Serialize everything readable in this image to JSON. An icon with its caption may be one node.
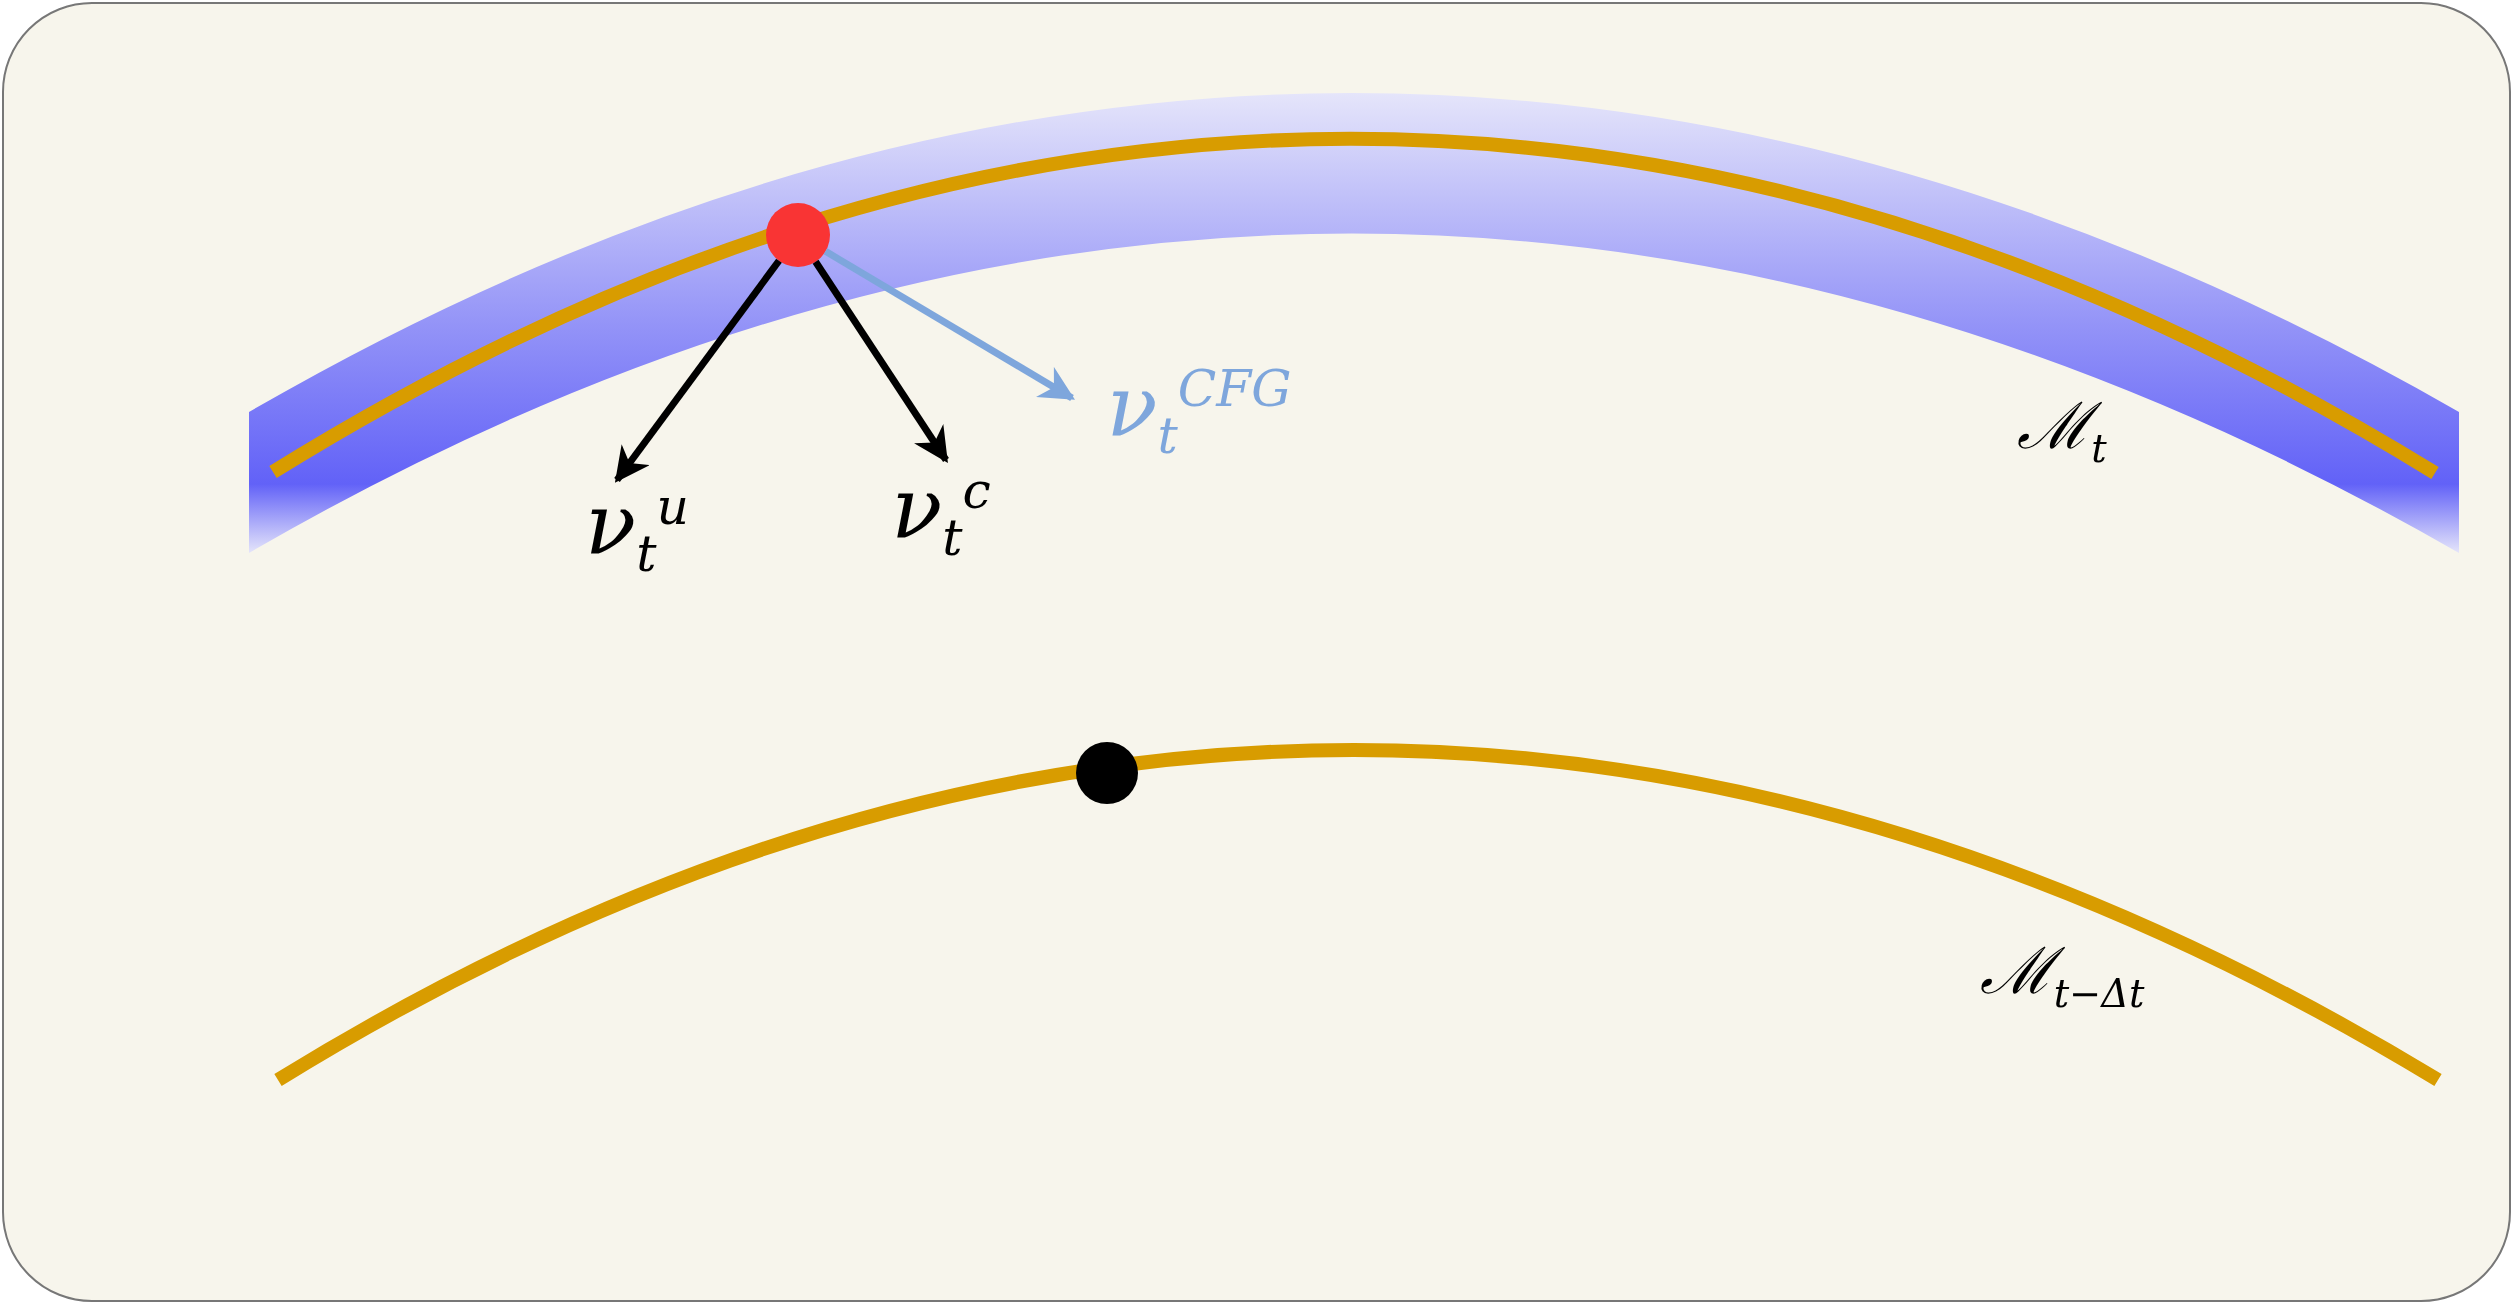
{
  "diagram": {
    "nodes": [
      {
        "text": [],
        "shape": "circle"
      },
      {
        "text": [
          "ν$_{t}$$^{u}$"
        ]
      },
      {
        "text": [
          "ν$_{t}$$^{c}$"
        ]
      },
      {
        "text": [
          "ν$_{t}$$^{CFG}$"
        ]
      },
      {
        "text": [],
        "shape": "circle"
      }
    ],
    "edges": [
      {
        "from": 0,
        "to": 1,
        "arrow": "to"
      },
      {
        "from": 0,
        "to": 2,
        "arrow": "to"
      },
      {
        "from": 0,
        "to": 3,
        "arrow": "to",
        "color": "#7ea6dc"
      }
    ],
    "labels": [
      "ℳ$_{t}$",
      "ℳ$_{t−Δt}$"
    ]
  }
}
